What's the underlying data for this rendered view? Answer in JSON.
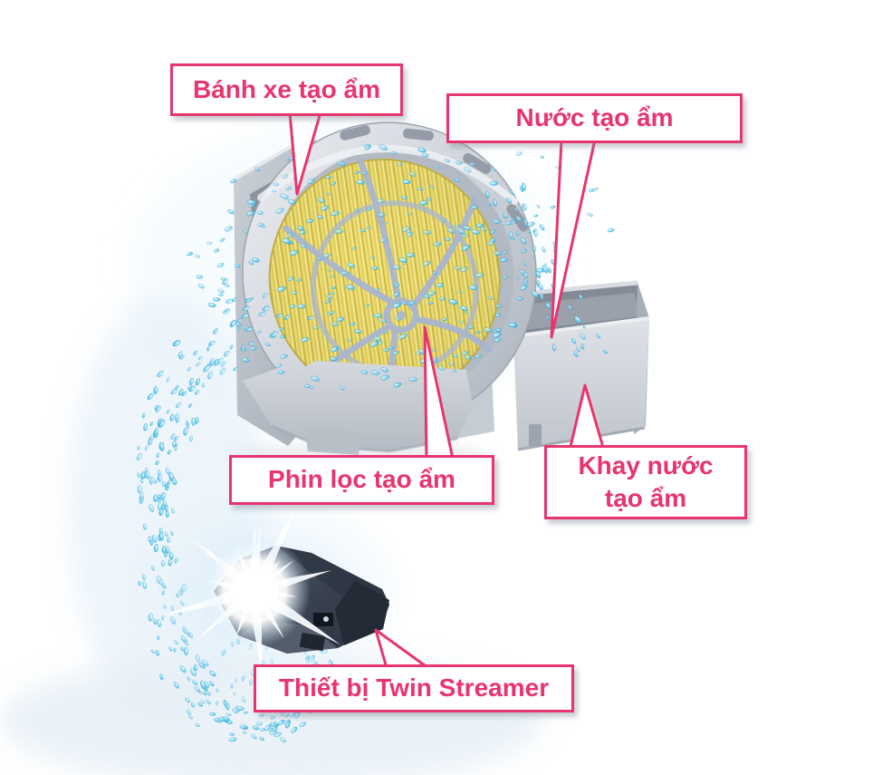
{
  "labels": [
    {
      "id": "banh-xe",
      "text": "Bánh xe tạo ẩm"
    },
    {
      "id": "nuoc",
      "text": "Nước tạo ẩm"
    },
    {
      "id": "phin-loc",
      "text": "Phin lọc tạo ẩm"
    },
    {
      "id": "khay-nuoc",
      "text": "Khay nước tạo ẩm"
    },
    {
      "id": "twin-streamer",
      "text": "Thiết bị Twin Streamer"
    }
  ],
  "colors": {
    "accent_pink": "#E8356E",
    "label_background": "#FFFFFF",
    "droplet_cyan": "#45BEE8",
    "filter_yellow": "#EFE07A",
    "spoke_blue_gray": "#A8B5D3",
    "housing_gray": "#C6CCD3",
    "tray_interior_gray": "#848B95",
    "device_dark": "#39414F",
    "flash_white": "#FFFFFF",
    "background": "#FFFFFF"
  }
}
